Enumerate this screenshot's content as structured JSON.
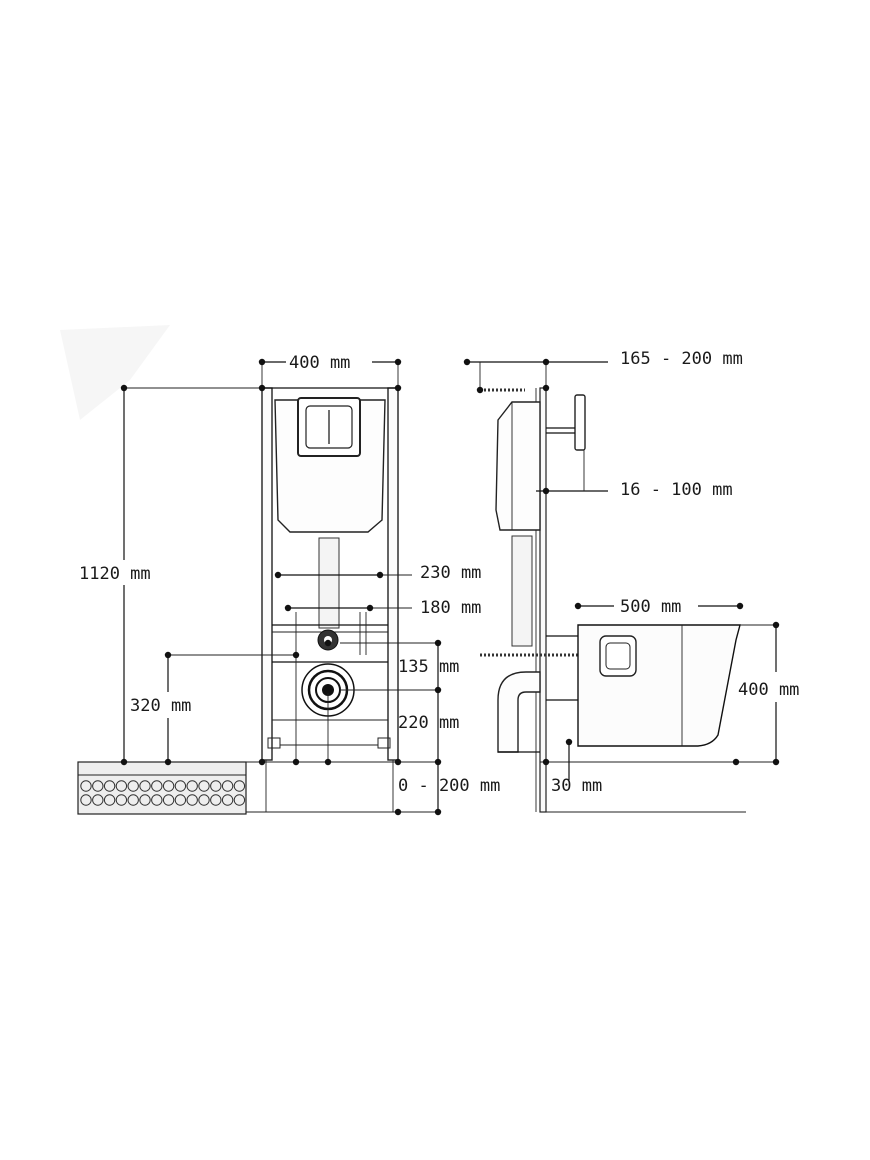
{
  "labels": {
    "frame_width": "400 mm",
    "total_height": "1120 mm",
    "outlet_spacing_outer": "230 mm",
    "outlet_spacing_inner": "180 mm",
    "inlet_offset": "135 mm",
    "outlet_height": "320 mm",
    "drain_height": "220 mm",
    "floor_adjust": "0 - 200 mm",
    "wall_depth": "165 - 200 mm",
    "cistern_offset": "16 - 100 mm",
    "bowl_length": "500 mm",
    "bowl_height": "400 mm",
    "floor_gap": "30 mm"
  },
  "colors": {
    "line": "#111111",
    "background": "#ffffff"
  }
}
